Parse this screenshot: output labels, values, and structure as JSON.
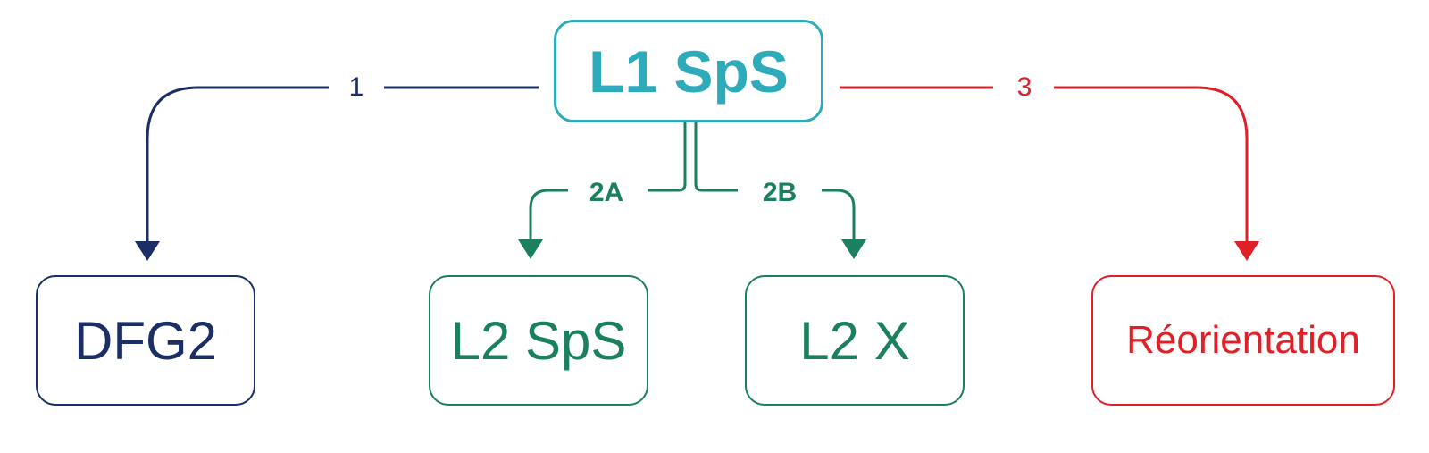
{
  "nodes": {
    "top": "L1 SpS",
    "dfg2": "DFG2",
    "l2sps": "L2 SpS",
    "l2x": "L2 X",
    "reorientation": "Réorientation"
  },
  "edges": {
    "path_1": "1",
    "path_2a": "2A",
    "path_2b": "2B",
    "path_3": "3"
  },
  "colors": {
    "top": "#2eabbb",
    "path_1": "#1b2f66",
    "path_2": "#1a8060",
    "path_3": "#e02027"
  }
}
